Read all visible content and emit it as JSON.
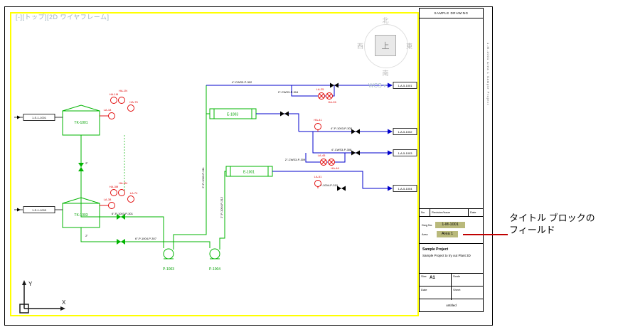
{
  "viewport_label": "[-][トップ][2D ワイヤフレーム]",
  "viewcube": {
    "north": "北",
    "south": "南",
    "east": "東",
    "west": "西",
    "top": "上",
    "wcs": "WCS",
    "dropdown": "▾"
  },
  "ucs": {
    "x": "X",
    "y": "Y"
  },
  "callout": {
    "line1": "タイトル ブロックの",
    "line2": "フィールド"
  },
  "pid": {
    "streams_in": [
      "1-S-1-1001",
      "1-S-1-1003"
    ],
    "streams_out": [
      "1-A-5-1001",
      "1-A-5-1002",
      "1-A-5-1003",
      "1-A-5-1004"
    ],
    "equipment": {
      "tank1": "TK-1001",
      "tank2": "TK-1003",
      "exch1": "E-1003",
      "exch2": "E-1001",
      "pump1": "P-1003",
      "pump2": "P-1004"
    },
    "lines": [
      "4\"-CWS3-P-302",
      "2\"-CWS3-P-304",
      "4\"-P-1003-P-305",
      "4\"-CWS3-P-308",
      "2\"-CWS3-P-309",
      "4\"-P-1004-P-310",
      "6\"-P-1003-P-301",
      "6\"-P-1004-P-307",
      "2\"-P-1003-P-311",
      "2\"-P-1004-P-312"
    ],
    "instruments": [
      "HA-1M",
      "HA-1N",
      "LA-18",
      "HA-75",
      "HA-3M",
      "HA-3N",
      "LA-38",
      "LA-74",
      "LA-25",
      "HA-26",
      "HA-41",
      "LA-45",
      "HA-46",
      "LA-51"
    ],
    "size_tags": [
      "2\"",
      "2\""
    ]
  },
  "title_block": {
    "header": "SAMPLE DRAWING",
    "rev_no": "No",
    "rev_label": "Revision/Issue",
    "rev_date": "Date",
    "dwg_no_label": "Dwg No.",
    "area_label": "Area",
    "dwg_no": "1-M-1001",
    "area": "Area 1",
    "project": "Sample Project",
    "project_desc": "Sample Project to try out Plant 3D",
    "size_label": "Size",
    "size": "A1",
    "scale_label": "Scale",
    "date_label": "Date",
    "sheet_label": "Sheet",
    "file_name": "untitled",
    "side_text": "1-M-1001  Area 1  Sample Project"
  },
  "colors": {
    "frame_yellow": "#ffff00",
    "equipment_green": "#00b400",
    "pipe_blue": "#0000cc",
    "alarm_red": "#e00000",
    "leader_red": "#c00000"
  }
}
